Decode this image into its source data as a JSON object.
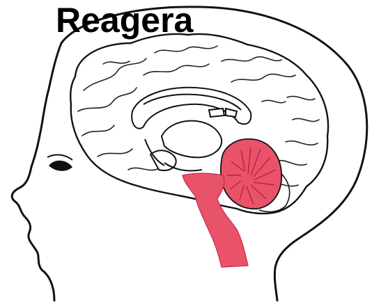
{
  "title": "Reagera",
  "colors": {
    "highlight": "#e9536a",
    "highlight_dark": "#b8203c",
    "outline": "#111111",
    "background": "#ffffff"
  },
  "parts": [
    "head-outline",
    "brain",
    "corpus-callosum",
    "brainstem",
    "cerebellum",
    "eye"
  ]
}
